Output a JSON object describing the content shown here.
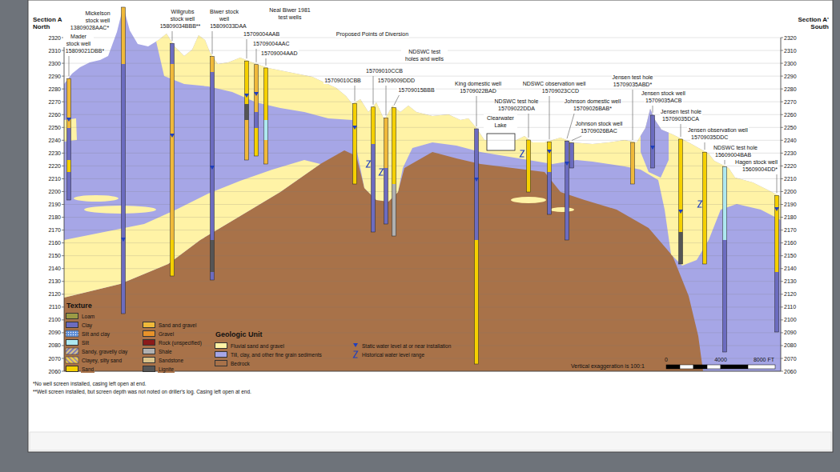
{
  "diagram": {
    "labels": [
      "Section A",
      "North",
      "Section A'",
      "South",
      "2320",
      "2310",
      "2300",
      "2290",
      "2280",
      "2270",
      "2260",
      "2250",
      "2240",
      "2230",
      "2220",
      "2210",
      "2200",
      "2190",
      "2180",
      "2170",
      "2160",
      "2150",
      "2140",
      "2130",
      "2120",
      "2110",
      "2100",
      "2090",
      "2080",
      "2070",
      "2060",
      "2320",
      "2310",
      "2300",
      "2290",
      "2280",
      "2270",
      "2260",
      "2250",
      "2240",
      "2230",
      "2220",
      "2210",
      "2200",
      "2190",
      "2180",
      "2170",
      "2160",
      "2150",
      "2140",
      "2130",
      "2120",
      "2110",
      "2100",
      "2090",
      "2080",
      "2070",
      "2060",
      "Mickelson stock well",
      "13809028AAC*",
      "Mader stock well",
      "15809021DBB*",
      "Willgrubs stock well",
      "15809034BBB**",
      "Biwer stock well",
      "15809033DAA",
      "Neal Biwer 1981 test wells",
      "15709004AAB",
      "15709004AAC",
      "15709004AAD",
      "Proposed Points of Diversion",
      "NDSWC test holes and wells",
      "15709010CBB",
      "15709010CCB",
      "15709009DDD",
      "15709015BBB",
      "King domestic well",
      "15709022BAD",
      "NDSWC observation well",
      "15709023CCD",
      "Clearwater Lake",
      "NDSWC test hole",
      "15709022DDA",
      "Johnson domestic well",
      "15709026BAB*",
      "Johnson stock well",
      "15709026BAC",
      "Jensen test hole",
      "15709035ABD*",
      "Jensen stock well",
      "15709035ACB",
      "Jensen test hole",
      "15709035DCA",
      "Jensen observation well",
      "15709035DDC",
      "NDSWC test hole",
      "15609004BAB",
      "Hagen stock well",
      "15609004DD*",
      "Texture",
      "Geologic Unit",
      "Vertical exaggeration is 100:1",
      "0",
      "4000",
      "8000 FT",
      "*No well screen installed, casing left open at end.",
      "**Well screen installed, but screen depth was not noted on driller's log. Casing left open at end."
    ],
    "legend": [
      {
        "text": "Loam",
        "color": "#9b9b45"
      },
      {
        "text": "Clay",
        "color": "#6c6cc0"
      },
      {
        "text": "Silt and clay"
      },
      {
        "text": "Silt",
        "color": "#aee8f0"
      },
      {
        "text": "Sandy, gravelly clay"
      },
      {
        "text": "Clayey, silty sand"
      },
      {
        "text": "Sand",
        "color": "#f5d000"
      },
      {
        "text": "Sand and gravel",
        "color": "#f0b93a"
      },
      {
        "text": "Gravel",
        "color": "#e8932a"
      },
      {
        "text": "Rock (unspecified)",
        "color": "#8b1a1a"
      },
      {
        "text": "Shale",
        "color": "#b0b0b0"
      },
      {
        "text": "Sandstone",
        "color": "#d9c38a"
      },
      {
        "text": "Lignite",
        "color": "#555555"
      },
      {
        "text": "Fluvial sand and gravel",
        "color": "#fff3a6"
      },
      {
        "text": "Till, clay, and other fine grain sediments",
        "color": "#a6a6e6"
      },
      {
        "text": "Bedrock",
        "color": "#a87249"
      },
      {
        "text": "Static water level at or near installation"
      },
      {
        "text": "Historical water level range"
      }
    ]
  }
}
